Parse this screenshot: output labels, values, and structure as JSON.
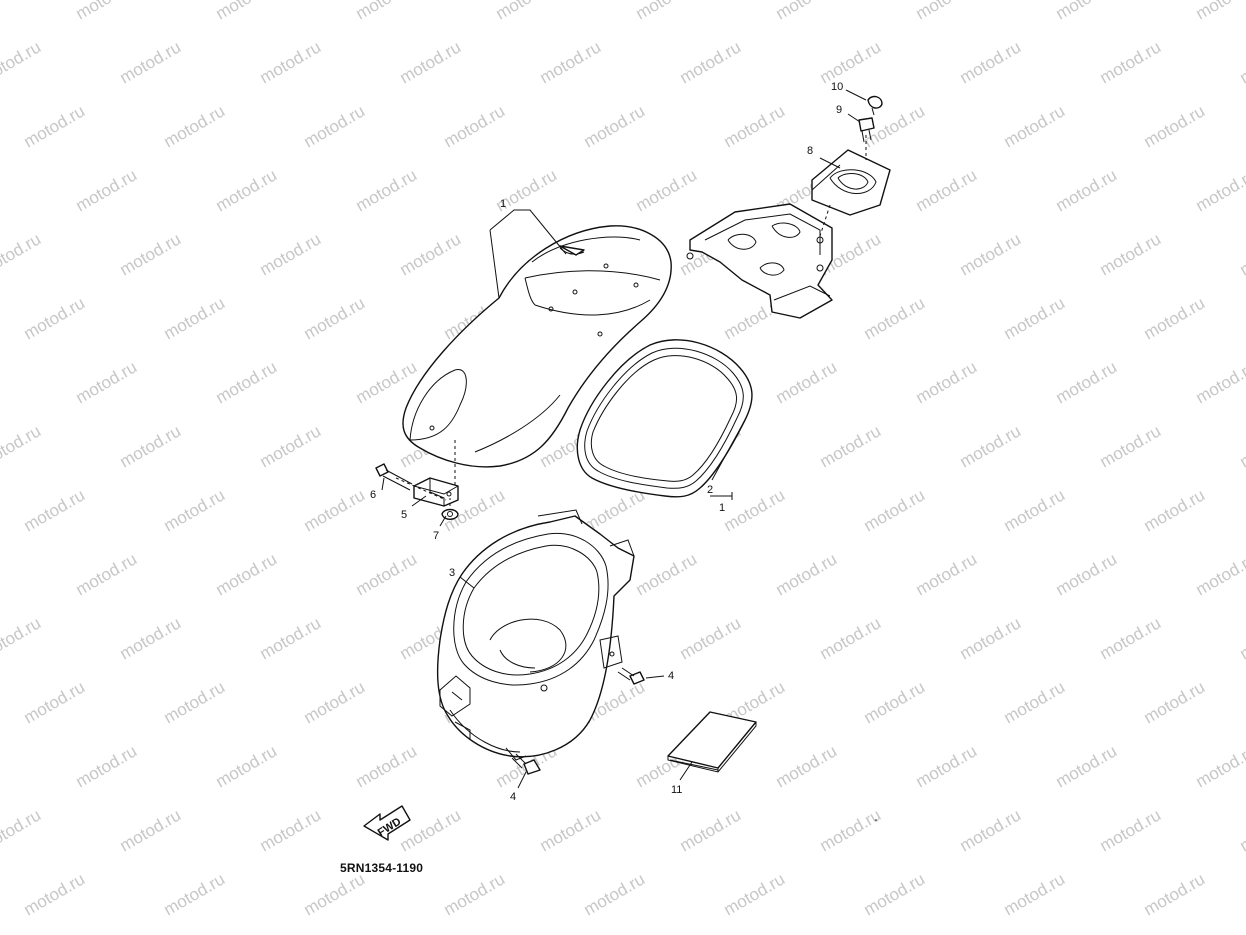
{
  "watermark": {
    "text": "motod.ru",
    "color": "#c7c7c7"
  },
  "diagram": {
    "code": "5RN1354-1190",
    "direction_label": "FWD",
    "line_color": "#111111",
    "background": "#ffffff",
    "callouts": [
      {
        "id": "c1-top",
        "label": "1",
        "part": "seat"
      },
      {
        "id": "c1-bottom",
        "label": "1",
        "part": "seat"
      },
      {
        "id": "c2",
        "label": "2",
        "part": "seal"
      },
      {
        "id": "c3",
        "label": "3",
        "part": "storage-box"
      },
      {
        "id": "c4-upper",
        "label": "4",
        "part": "bolt"
      },
      {
        "id": "c4-lower",
        "label": "4",
        "part": "bolt"
      },
      {
        "id": "c5",
        "label": "5",
        "part": "hinge"
      },
      {
        "id": "c6",
        "label": "6",
        "part": "bolt"
      },
      {
        "id": "c7",
        "label": "7",
        "part": "nut"
      },
      {
        "id": "c8",
        "label": "8",
        "part": "lock-bracket"
      },
      {
        "id": "c9",
        "label": "9",
        "part": "bolt"
      },
      {
        "id": "c10",
        "label": "10",
        "part": "cap"
      },
      {
        "id": "c11",
        "label": "11",
        "part": "owners-manual"
      }
    ]
  }
}
